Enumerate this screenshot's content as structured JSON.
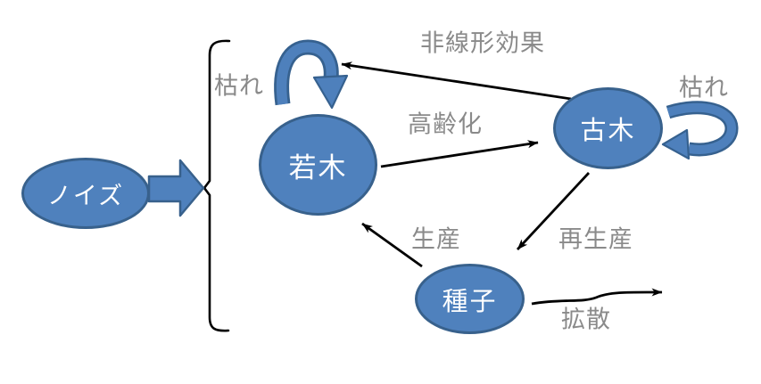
{
  "diagram": {
    "nodes": [
      {
        "id": "noise",
        "label": "ノイズ"
      },
      {
        "id": "young-tree",
        "label": "若木"
      },
      {
        "id": "old-tree",
        "label": "古木"
      },
      {
        "id": "seed",
        "label": "種子"
      }
    ],
    "edges": [
      {
        "id": "wither-young",
        "label": "枯れ",
        "from": "young-tree",
        "to": "young-tree",
        "style": "blue-self-loop"
      },
      {
        "id": "nonlinear-effect",
        "label": "非線形効果",
        "from": "old-tree",
        "to": "young-tree",
        "style": "black-arrow"
      },
      {
        "id": "aging",
        "label": "高齢化",
        "from": "young-tree",
        "to": "old-tree",
        "style": "black-arrow"
      },
      {
        "id": "wither-old",
        "label": "枯れ",
        "from": "old-tree",
        "to": "old-tree",
        "style": "blue-self-loop"
      },
      {
        "id": "production",
        "label": "生産",
        "from": "seed",
        "to": "young-tree",
        "style": "black-arrow"
      },
      {
        "id": "reproduction",
        "label": "再生産",
        "from": "old-tree",
        "to": "seed",
        "style": "black-arrow"
      },
      {
        "id": "diffusion",
        "label": "拡散",
        "from": "seed",
        "to": "outside",
        "style": "black-curved-arrow"
      },
      {
        "id": "noise-input",
        "label": "",
        "from": "noise",
        "to": "bracket",
        "style": "blue-block-arrow"
      }
    ],
    "colors": {
      "node_fill": "#4F81BD",
      "node_border": "#38618C",
      "node_text": "#FFFFFF",
      "edge_label_text": "#8A8A8A",
      "arrow_black": "#000000",
      "loop_fill": "#4E80BC",
      "loop_border": "#36618F"
    }
  }
}
